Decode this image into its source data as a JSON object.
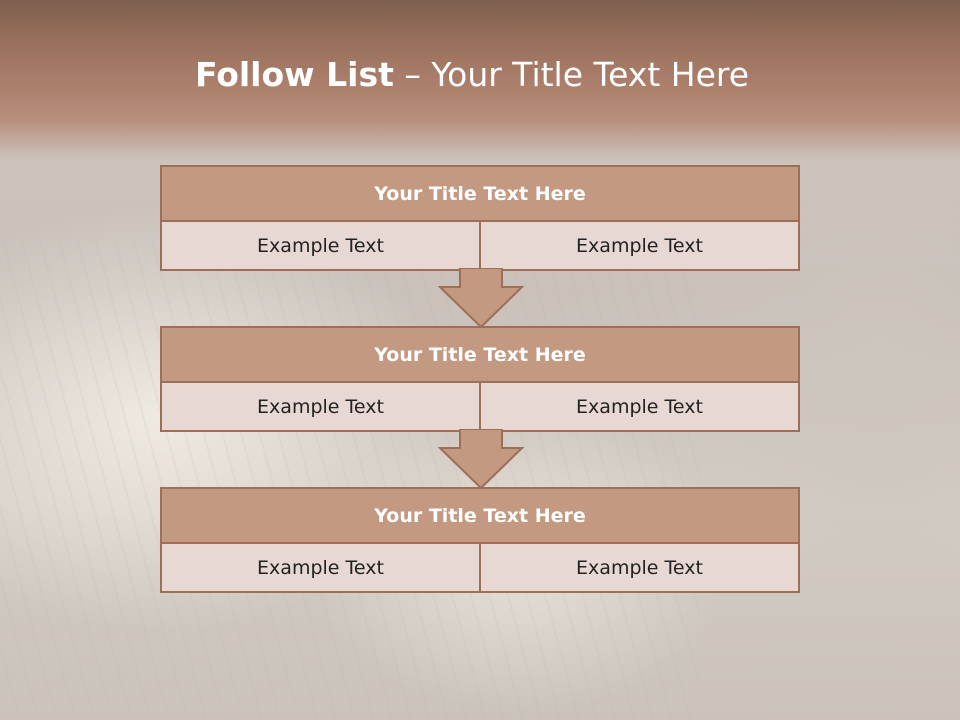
{
  "slide": {
    "title_bold": "Follow List",
    "title_rest": " – Your Title Text Here"
  },
  "steps": [
    {
      "title": "Your Title Text Here",
      "left": "Example Text",
      "right": "Example Text"
    },
    {
      "title": "Your Title Text Here",
      "left": "Example Text",
      "right": "Example Text"
    },
    {
      "title": "Your Title Text Here",
      "left": "Example Text",
      "right": "Example Text"
    }
  ],
  "colors": {
    "header_top": "#7e5f4d",
    "box_title_fill": "#c49982",
    "box_border": "#9e6e57",
    "box_cell_fill": "#e8d8d4"
  }
}
